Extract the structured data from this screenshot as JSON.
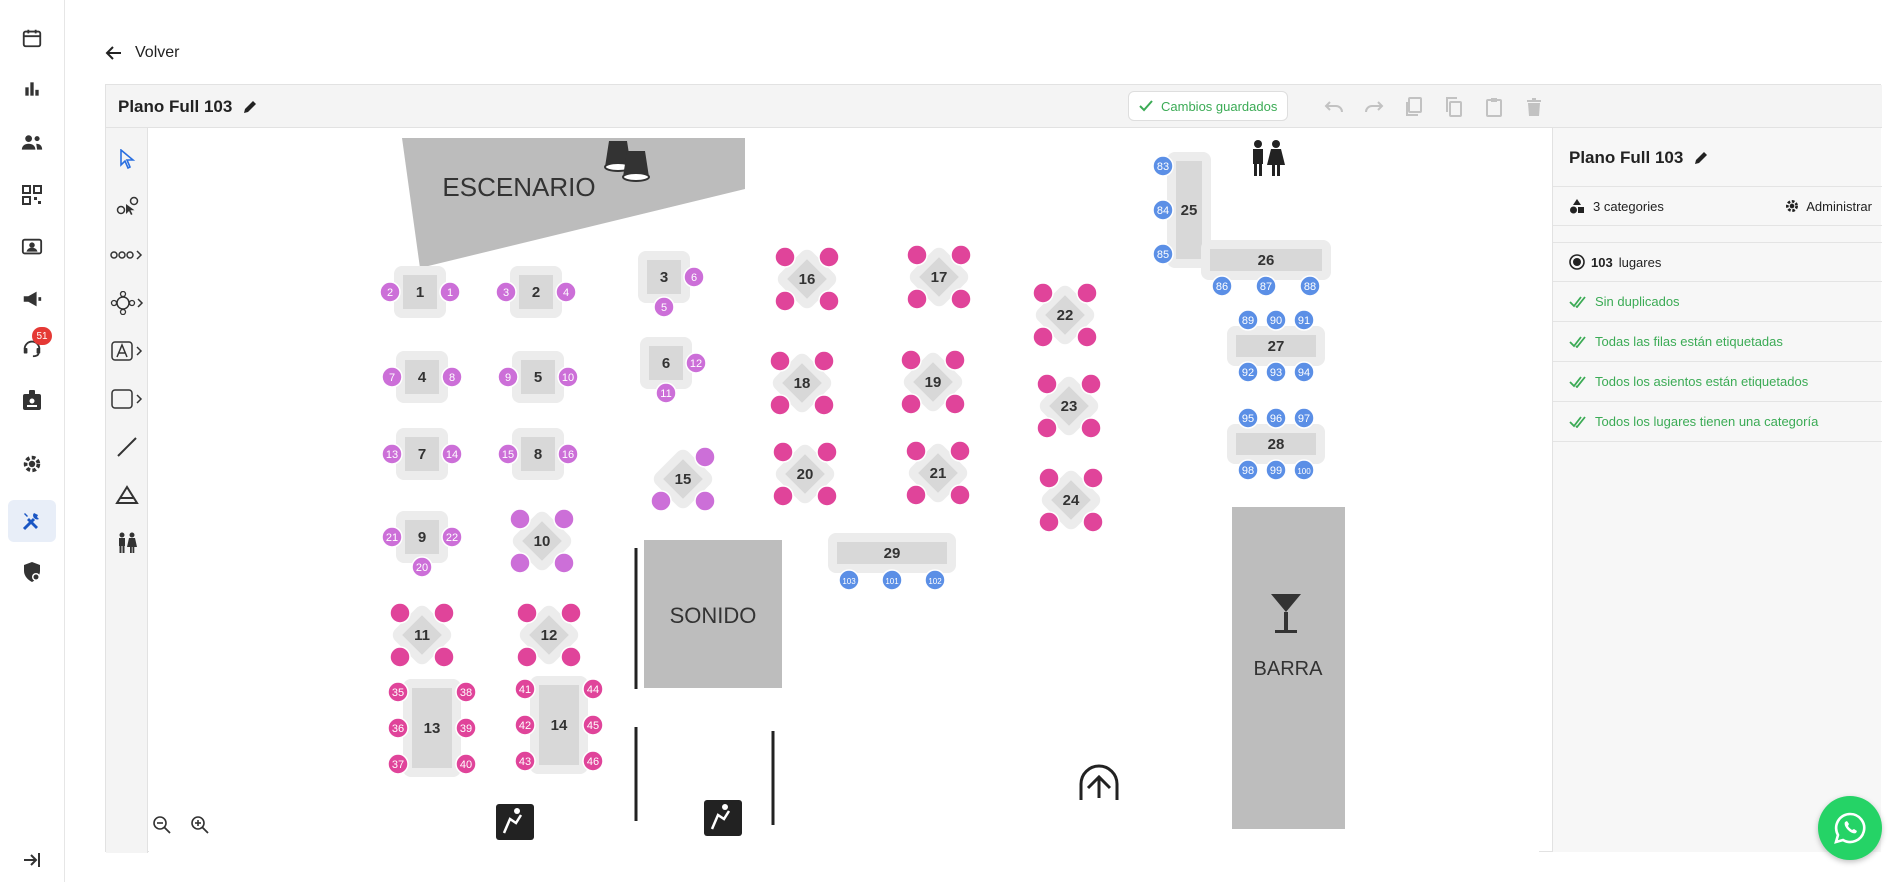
{
  "nav": {
    "back_label": "Volver",
    "notifications_count": "51"
  },
  "plan": {
    "title": "Plano Full 103",
    "saved_label": "Cambios guardados"
  },
  "panel": {
    "title": "Plano Full 103",
    "categories_label": "3 categories",
    "manage_label": "Administrar",
    "places_count": "103",
    "places_label": "lugares",
    "checks": [
      "Sin duplicados",
      "Todas las filas están etiquetadas",
      "Todos los asientos están etiquetados",
      "Todos los lugares tienen una categoría"
    ]
  },
  "map": {
    "stage_label": "ESCENARIO",
    "sound_label": "SONIDO",
    "bar_label": "BARRA",
    "colors": {
      "pink": "#e0449a",
      "magenta": "#cc6fd8",
      "blue": "#5b8fe6",
      "table": "#d8d8d8",
      "block": "#bdbdbd"
    },
    "tables": [
      {
        "label": "1",
        "seats": [
          {
            "n": "2",
            "c": "magenta"
          },
          {
            "n": "1",
            "c": "magenta"
          }
        ]
      },
      {
        "label": "2",
        "seats": [
          {
            "n": "3",
            "c": "magenta"
          },
          {
            "n": "4",
            "c": "magenta"
          }
        ]
      },
      {
        "label": "3",
        "seats": [
          {
            "n": "6",
            "c": "magenta"
          },
          {
            "n": "5",
            "c": "magenta"
          }
        ]
      },
      {
        "label": "4",
        "seats": [
          {
            "n": "7",
            "c": "magenta"
          },
          {
            "n": "8",
            "c": "magenta"
          }
        ]
      },
      {
        "label": "5",
        "seats": [
          {
            "n": "9",
            "c": "magenta"
          },
          {
            "n": "10",
            "c": "magenta"
          }
        ]
      },
      {
        "label": "6",
        "seats": [
          {
            "n": "12",
            "c": "magenta"
          },
          {
            "n": "11",
            "c": "magenta"
          }
        ]
      },
      {
        "label": "7",
        "seats": [
          {
            "n": "13",
            "c": "magenta"
          },
          {
            "n": "14",
            "c": "magenta"
          }
        ]
      },
      {
        "label": "8",
        "seats": [
          {
            "n": "15",
            "c": "magenta"
          },
          {
            "n": "16",
            "c": "magenta"
          }
        ]
      },
      {
        "label": "9",
        "seats": [
          {
            "n": "21",
            "c": "magenta"
          },
          {
            "n": "22",
            "c": "magenta"
          },
          {
            "n": "20",
            "c": "magenta"
          }
        ]
      },
      {
        "label": "10",
        "seats": [
          {
            "n": "",
            "c": "magenta"
          },
          {
            "n": "",
            "c": "magenta"
          },
          {
            "n": "",
            "c": "magenta"
          },
          {
            "n": "",
            "c": "magenta"
          }
        ]
      },
      {
        "label": "11",
        "seats": [
          {
            "n": "",
            "c": "pink"
          },
          {
            "n": "",
            "c": "pink"
          },
          {
            "n": "",
            "c": "pink"
          },
          {
            "n": "",
            "c": "pink"
          }
        ]
      },
      {
        "label": "12",
        "seats": [
          {
            "n": "",
            "c": "pink"
          },
          {
            "n": "",
            "c": "pink"
          },
          {
            "n": "",
            "c": "pink"
          },
          {
            "n": "",
            "c": "pink"
          }
        ]
      },
      {
        "label": "13",
        "seats": [
          {
            "n": "35",
            "c": "pink"
          },
          {
            "n": "36",
            "c": "pink"
          },
          {
            "n": "37",
            "c": "pink"
          },
          {
            "n": "38",
            "c": "pink"
          },
          {
            "n": "39",
            "c": "pink"
          },
          {
            "n": "40",
            "c": "pink"
          }
        ]
      },
      {
        "label": "14",
        "seats": [
          {
            "n": "41",
            "c": "pink"
          },
          {
            "n": "42",
            "c": "pink"
          },
          {
            "n": "43",
            "c": "pink"
          },
          {
            "n": "44",
            "c": "pink"
          },
          {
            "n": "45",
            "c": "pink"
          },
          {
            "n": "46",
            "c": "pink"
          }
        ]
      },
      {
        "label": "15",
        "seats": [
          {
            "n": "",
            "c": "magenta"
          },
          {
            "n": "",
            "c": "magenta"
          },
          {
            "n": "",
            "c": "magenta"
          }
        ]
      },
      {
        "label": "16",
        "seats": [
          {
            "n": "",
            "c": "pink"
          },
          {
            "n": "",
            "c": "pink"
          },
          {
            "n": "",
            "c": "pink"
          },
          {
            "n": "",
            "c": "pink"
          }
        ]
      },
      {
        "label": "17",
        "seats": [
          {
            "n": "",
            "c": "pink"
          },
          {
            "n": "",
            "c": "pink"
          },
          {
            "n": "",
            "c": "pink"
          },
          {
            "n": "",
            "c": "pink"
          }
        ]
      },
      {
        "label": "18",
        "seats": [
          {
            "n": "",
            "c": "pink"
          },
          {
            "n": "",
            "c": "pink"
          },
          {
            "n": "",
            "c": "pink"
          },
          {
            "n": "",
            "c": "pink"
          }
        ]
      },
      {
        "label": "19",
        "seats": [
          {
            "n": "",
            "c": "pink"
          },
          {
            "n": "",
            "c": "pink"
          },
          {
            "n": "",
            "c": "pink"
          },
          {
            "n": "",
            "c": "pink"
          }
        ]
      },
      {
        "label": "20",
        "seats": [
          {
            "n": "",
            "c": "pink"
          },
          {
            "n": "",
            "c": "pink"
          },
          {
            "n": "",
            "c": "pink"
          },
          {
            "n": "",
            "c": "pink"
          }
        ]
      },
      {
        "label": "21",
        "seats": [
          {
            "n": "",
            "c": "pink"
          },
          {
            "n": "",
            "c": "pink"
          },
          {
            "n": "",
            "c": "pink"
          },
          {
            "n": "",
            "c": "pink"
          }
        ]
      },
      {
        "label": "22",
        "seats": [
          {
            "n": "",
            "c": "pink"
          },
          {
            "n": "",
            "c": "pink"
          },
          {
            "n": "",
            "c": "pink"
          },
          {
            "n": "",
            "c": "pink"
          }
        ]
      },
      {
        "label": "23",
        "seats": [
          {
            "n": "",
            "c": "pink"
          },
          {
            "n": "",
            "c": "pink"
          },
          {
            "n": "",
            "c": "pink"
          },
          {
            "n": "",
            "c": "pink"
          }
        ]
      },
      {
        "label": "24",
        "seats": [
          {
            "n": "",
            "c": "pink"
          },
          {
            "n": "",
            "c": "pink"
          },
          {
            "n": "",
            "c": "pink"
          },
          {
            "n": "",
            "c": "pink"
          }
        ]
      },
      {
        "label": "25",
        "seats": [
          {
            "n": "83",
            "c": "blue"
          },
          {
            "n": "84",
            "c": "blue"
          },
          {
            "n": "85",
            "c": "blue"
          }
        ]
      },
      {
        "label": "26",
        "seats": [
          {
            "n": "86",
            "c": "blue"
          },
          {
            "n": "87",
            "c": "blue"
          },
          {
            "n": "88",
            "c": "blue"
          }
        ]
      },
      {
        "label": "27",
        "seats": [
          {
            "n": "89",
            "c": "blue"
          },
          {
            "n": "90",
            "c": "blue"
          },
          {
            "n": "91",
            "c": "blue"
          },
          {
            "n": "92",
            "c": "blue"
          },
          {
            "n": "93",
            "c": "blue"
          },
          {
            "n": "94",
            "c": "blue"
          }
        ]
      },
      {
        "label": "28",
        "seats": [
          {
            "n": "95",
            "c": "blue"
          },
          {
            "n": "96",
            "c": "blue"
          },
          {
            "n": "97",
            "c": "blue"
          },
          {
            "n": "98",
            "c": "blue"
          },
          {
            "n": "99",
            "c": "blue"
          },
          {
            "n": "100",
            "c": "blue"
          }
        ]
      },
      {
        "label": "29",
        "seats": [
          {
            "n": "103",
            "c": "blue"
          },
          {
            "n": "101",
            "c": "blue"
          },
          {
            "n": "102",
            "c": "blue"
          }
        ]
      }
    ]
  }
}
